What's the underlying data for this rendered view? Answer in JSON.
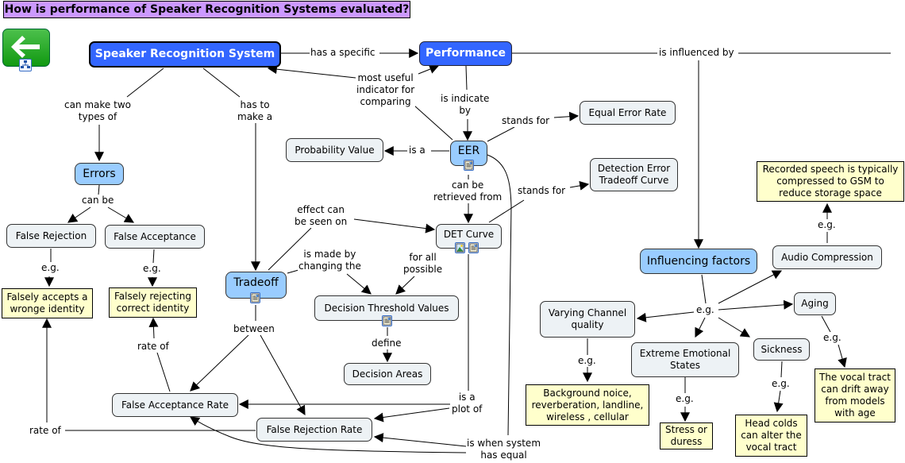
{
  "title": "How is performance of Speaker Recognition Systems evaluated?",
  "colors": {
    "title_bg": "#cc99ff",
    "primary_concept": "#3366ff",
    "secondary_concept": "#99ccff",
    "concept": "#edf2f5",
    "example": "#ffffcc",
    "back_button": "#22aa22"
  },
  "nav": {
    "back_icon": "left-arrow-icon",
    "submap_icon": "hierarchy-icon"
  },
  "nodes": {
    "srs": "Speaker Recognition System",
    "performance": "Performance",
    "errors": "Errors",
    "false_rejection": "False Rejection",
    "false_acceptance": "False Acceptance",
    "falsely_accepts": "Falsely accepts a\nwronge identity",
    "falsely_rejecting": "Falsely rejecting\ncorrect identity",
    "tradeoff": "Tradeoff",
    "eer": "EER",
    "equal_error_rate": "Equal Error Rate",
    "probability_value": "Probability Value",
    "det_curve": "DET Curve",
    "det_full": "Detection Error\nTradeoff Curve",
    "decision_threshold": "Decision Threshold Values",
    "decision_areas": "Decision Areas",
    "far": "False Acceptance Rate",
    "frr": "False Rejection Rate",
    "influencing": "Influencing factors",
    "audio_compression": "Audio Compression",
    "recorded_speech": "Recorded speech is typically\ncompressed to GSM to\nreduce storage space",
    "varying_channel": "Varying Channel\nquality",
    "background": "Background noice,\nreverberation, landline,\nwireless , cellular",
    "emotional": "Extreme Emotional\nStates",
    "stress": "Stress or\nduress",
    "sickness": "Sickness",
    "head_colds": "Head colds\ncan alter the\nvocal tract",
    "aging": "Aging",
    "vocal_drift": "The vocal tract\ncan drift away\nfrom models\nwith age"
  },
  "links": {
    "has_specific": "has a specific",
    "is_influenced_by": "is influenced by",
    "most_useful": "most useful\nindicator for\ncomparing",
    "is_indicate_by": "is indicate\nby",
    "can_make_two": "can make two\ntypes of",
    "has_to_make": "has to\nmake a",
    "stands_for_1": "stands for",
    "is_a": "is a",
    "can_be_retrieved": "can be\nretrieved from",
    "stands_for_2": "stands for",
    "can_be": "can be",
    "eg_fr": "e.g.",
    "eg_fa": "e.g.",
    "effect_seen": "effect can\nbe seen on",
    "made_by_changing": "is made by\nchanging the",
    "for_all_possible": "for all\npossible",
    "define": "define",
    "between": "between",
    "rate_of_1": "rate of",
    "rate_of_2": "rate of",
    "is_a_plot_of": "is a\nplot of",
    "is_when_equal": "is when system\nhas equal",
    "eg_audio": "e.g.",
    "eg_main": "e.g.",
    "eg_channel": "e.g.",
    "eg_emotional": "e.g.",
    "eg_sickness": "e.g.",
    "eg_aging": "e.g."
  },
  "resource_icons": {
    "eer": [
      "document-icon"
    ],
    "det_curve": [
      "image-icon",
      "document-icon"
    ],
    "tradeoff": [
      "document-icon"
    ],
    "decision_threshold": [
      "document-icon"
    ]
  }
}
